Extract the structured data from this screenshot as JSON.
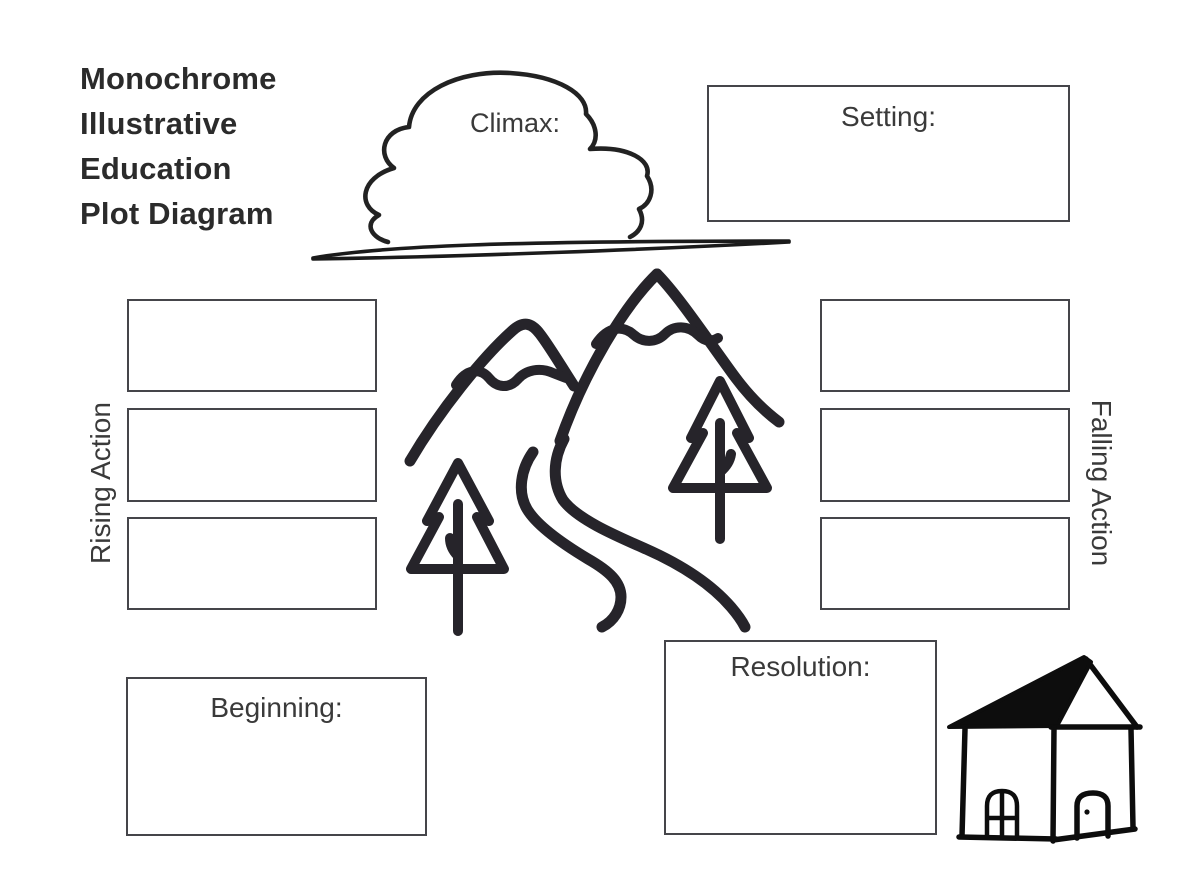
{
  "worksheet": {
    "title_lines": [
      "Monochrome",
      "Illustrative",
      "Education",
      "Plot Diagram"
    ],
    "labels": {
      "climax": "Climax:",
      "setting": "Setting:",
      "rising_action": "Rising Action",
      "falling_action": "Falling Action",
      "beginning": "Beginning:",
      "resolution": "Resolution:"
    },
    "fields": {
      "rising_action_boxes": [
        "",
        "",
        ""
      ],
      "falling_action_boxes": [
        "",
        "",
        ""
      ],
      "setting_value": "",
      "climax_value": "",
      "beginning_value": "",
      "resolution_value": ""
    },
    "icons": {
      "climax_shape": "cloud-icon",
      "ground": "ground-line-icon",
      "center_art": "mountains-icon",
      "trees": "pine-tree-icon",
      "snow": "snow-cap-icon",
      "trail": "winding-path-icon",
      "resolution_art": "house-icon"
    },
    "colors": {
      "background": "#ffffff",
      "illustration_ink": "#26242a",
      "house_ink": "#0d0d0d",
      "box_border": "#45454a",
      "label_text": "#3a3a3a",
      "title_text": "#2b2b2b"
    }
  }
}
